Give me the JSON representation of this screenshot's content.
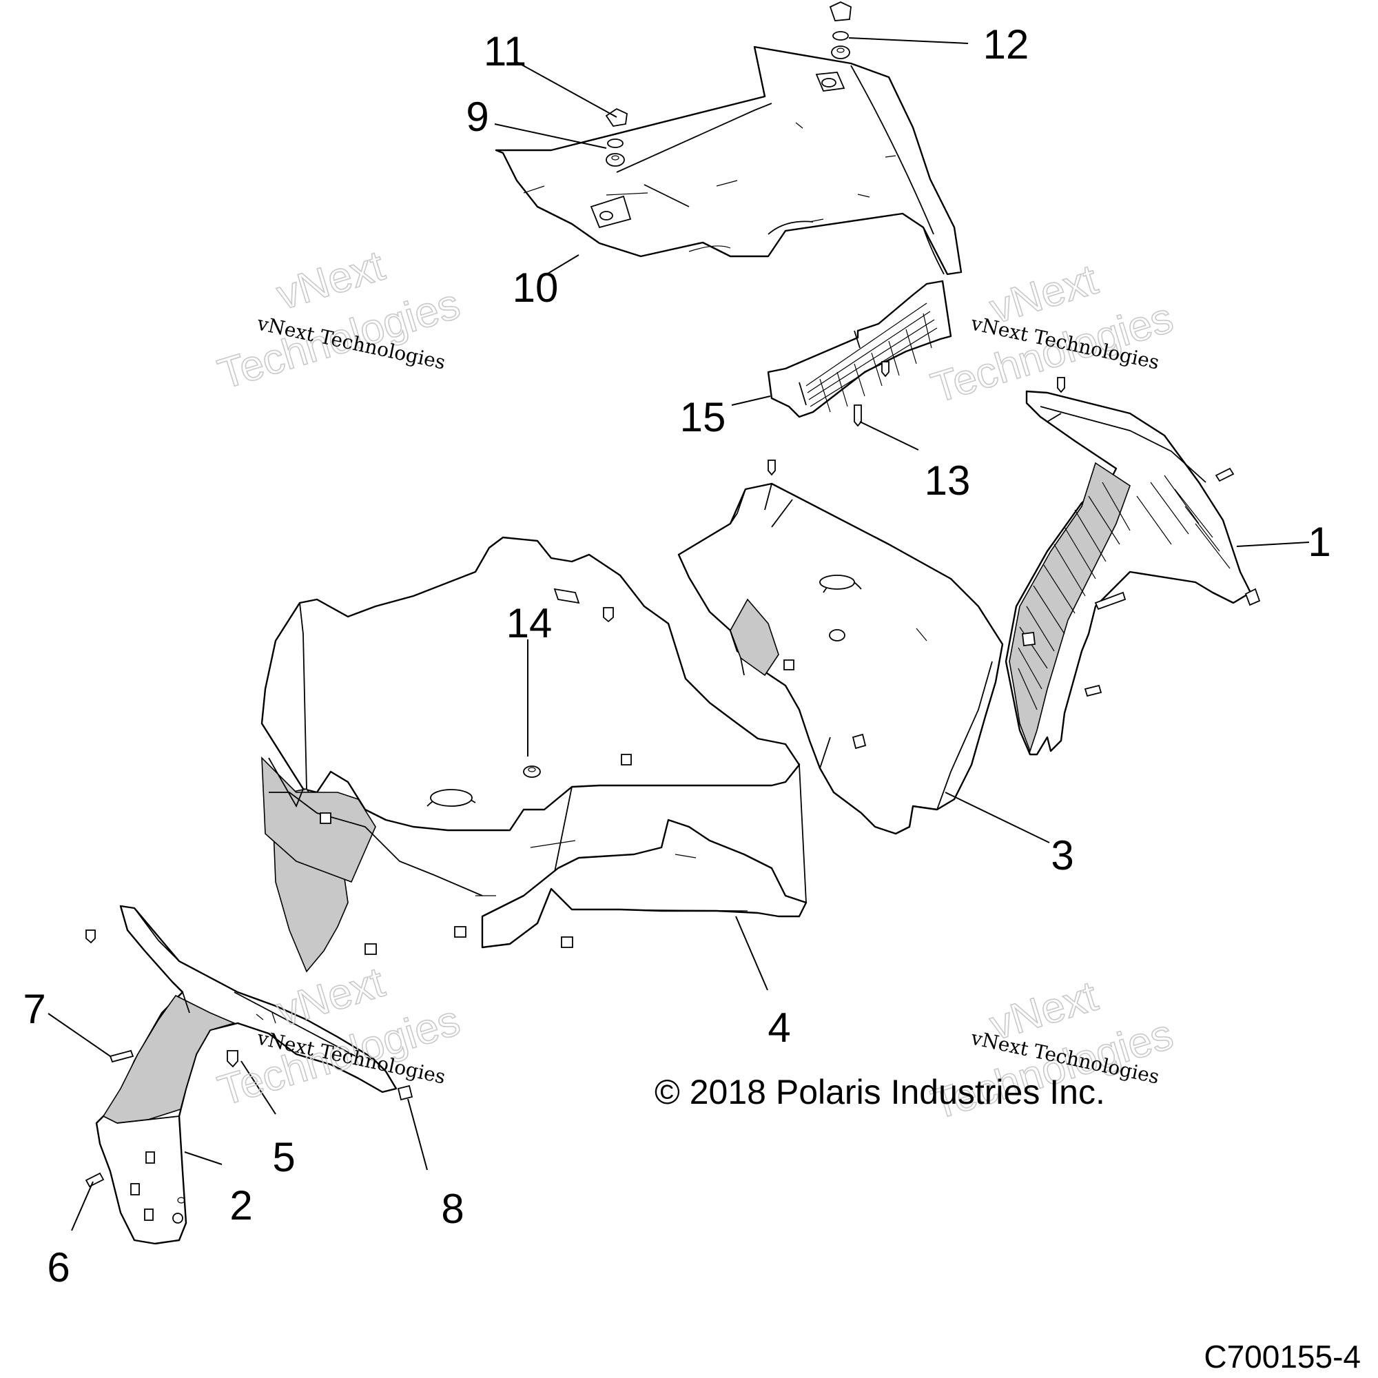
{
  "callouts": [
    {
      "label": "1"
    },
    {
      "label": "2"
    },
    {
      "label": "3"
    },
    {
      "label": "4"
    },
    {
      "label": "5"
    },
    {
      "label": "6"
    },
    {
      "label": "7"
    },
    {
      "label": "8"
    },
    {
      "label": "9"
    },
    {
      "label": "10"
    },
    {
      "label": "11"
    },
    {
      "label": "12"
    },
    {
      "label": "13"
    },
    {
      "label": "14"
    },
    {
      "label": "15"
    }
  ],
  "watermark": {
    "line1": "vNext",
    "line2": "Technologies",
    "small": "vNext Technologies"
  },
  "copyright": "© 2018 Polaris Industries Inc.",
  "figure_id": "C700155-4"
}
